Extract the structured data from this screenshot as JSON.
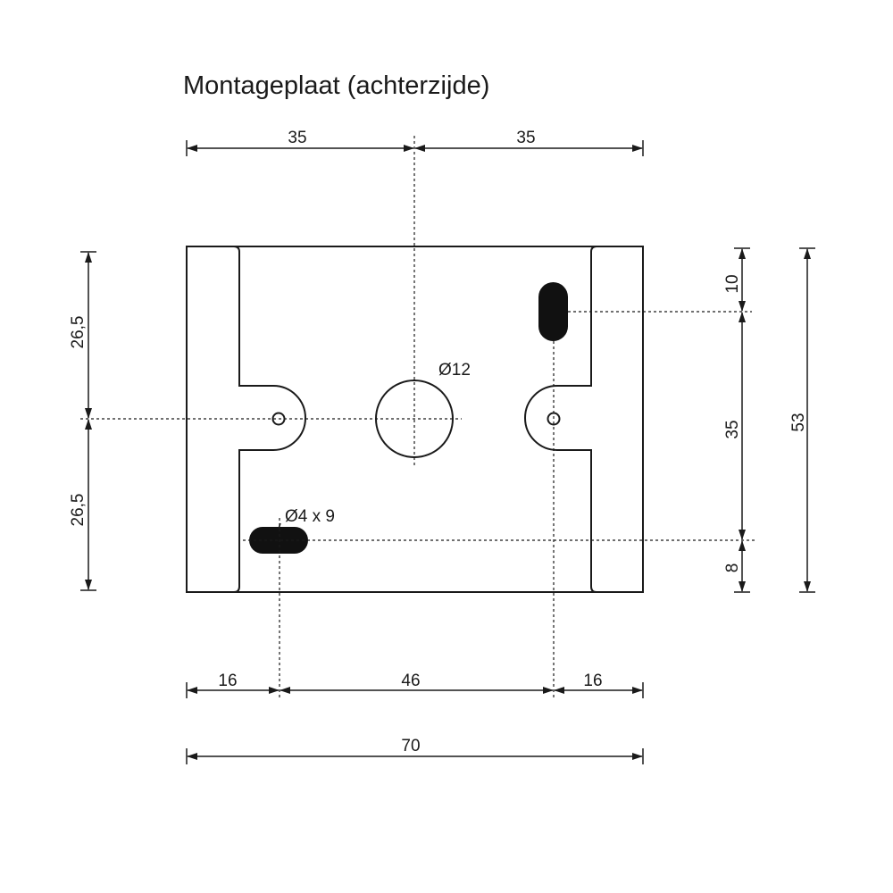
{
  "title": "Montageplaat (achterzijde)",
  "dimensions": {
    "top_left_width": "35",
    "top_right_width": "35",
    "left_upper_height": "26,5",
    "left_lower_height": "26,5",
    "right_top_offset": "10",
    "right_slot_spacing": "35",
    "right_bottom_offset": "8",
    "total_height": "53",
    "bottom_left": "16",
    "bottom_middle": "46",
    "bottom_right": "16",
    "total_width": "70"
  },
  "labels": {
    "center_hole": "Ø12",
    "slot_hole": "Ø4 x 9"
  }
}
